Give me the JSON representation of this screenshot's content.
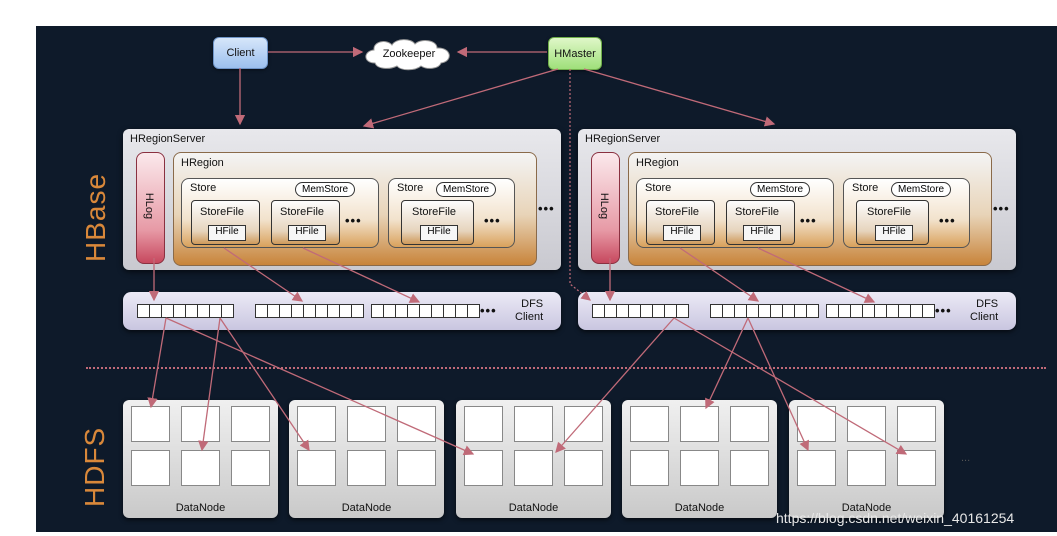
{
  "labels": {
    "hbase": "HBase",
    "hdfs": "HDFS"
  },
  "top": {
    "client": "Client",
    "zookeeper": "Zookeeper",
    "hmaster": "HMaster"
  },
  "servers": [
    {
      "title": "HRegionServer",
      "hlog": "HLog",
      "hregion": "HRegion",
      "stores": [
        {
          "label": "Store",
          "memstore": "MemStore",
          "files": [
            {
              "storefile": "StoreFile",
              "hfile": "HFile"
            },
            {
              "storefile": "StoreFile",
              "hfile": "HFile"
            }
          ],
          "ellipsis": "•••"
        },
        {
          "label": "Store",
          "memstore": "MemStore",
          "files": [
            {
              "storefile": "StoreFile",
              "hfile": "HFile"
            }
          ],
          "ellipsis": "•••"
        }
      ],
      "ellipsis": "•••",
      "dfs_client": "DFS\nClient",
      "dfs_ellipsis": "•••"
    },
    {
      "title": "HRegionServer",
      "hlog": "HLog",
      "hregion": "HRegion",
      "stores": [
        {
          "label": "Store",
          "memstore": "MemStore",
          "files": [
            {
              "storefile": "StoreFile",
              "hfile": "HFile"
            },
            {
              "storefile": "StoreFile",
              "hfile": "HFile"
            }
          ],
          "ellipsis": "•••"
        },
        {
          "label": "Store",
          "memstore": "MemStore",
          "files": [
            {
              "storefile": "StoreFile",
              "hfile": "HFile"
            }
          ],
          "ellipsis": "•••"
        }
      ],
      "ellipsis": "•••",
      "dfs_client": "DFS\nClient",
      "dfs_ellipsis": "•••"
    }
  ],
  "datanodes": [
    "DataNode",
    "DataNode",
    "DataNode",
    "DataNode",
    "DataNode"
  ],
  "datanode_ellipsis": "...",
  "watermark": "https://blog.csdn.net/weixin_40161254",
  "colors": {
    "background": "#0e1a2a",
    "arrow": "#c06a78",
    "side_label": "#d9883a"
  }
}
